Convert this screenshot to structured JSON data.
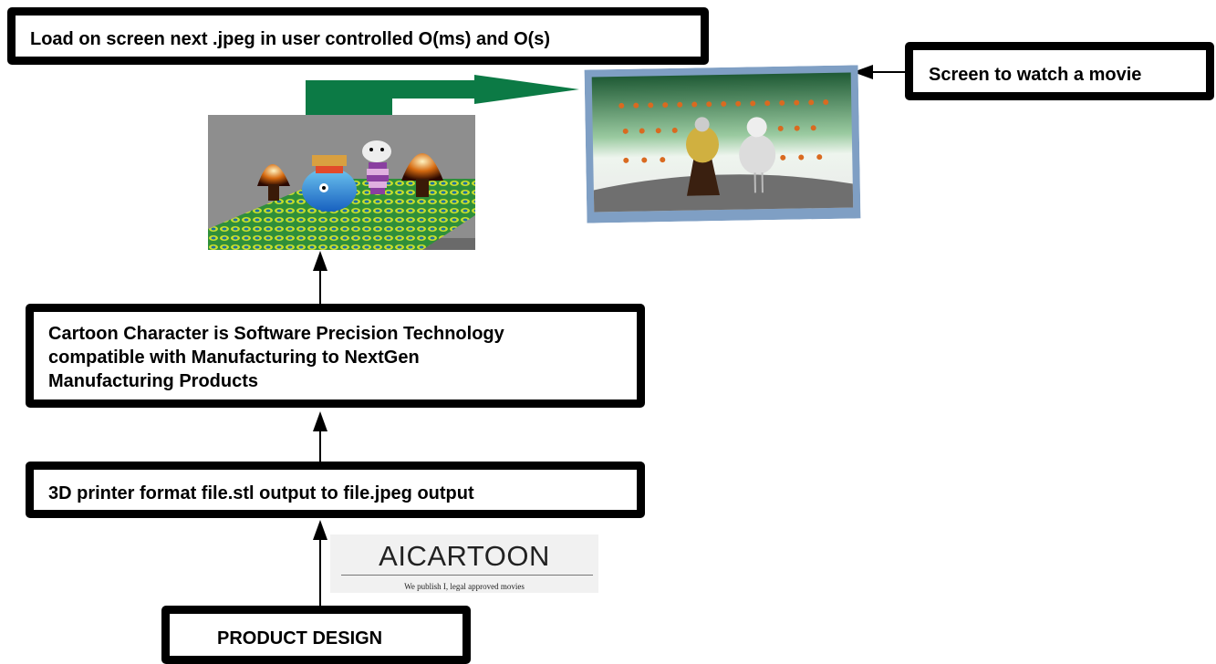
{
  "boxes": {
    "load_screen": "Load on screen next .jpeg in user controlled O(ms) and O(s)",
    "screen_movie": "Screen to watch a movie",
    "cartoon_line1": "Cartoon Character is Software Precision Technology",
    "cartoon_line2": "compatible with Manufacturing to NextGen",
    "cartoon_line3": "Manufacturing Products",
    "printer": "3D printer format file.stl output to file.jpeg output",
    "product_design": "PRODUCT DESIGN"
  },
  "logo": {
    "title": "AICARTOON",
    "subtitle": "We publish I, legal approved movies"
  },
  "colors": {
    "green_arrow": "#0c7a45",
    "screen_frame": "#7f9fc4"
  }
}
